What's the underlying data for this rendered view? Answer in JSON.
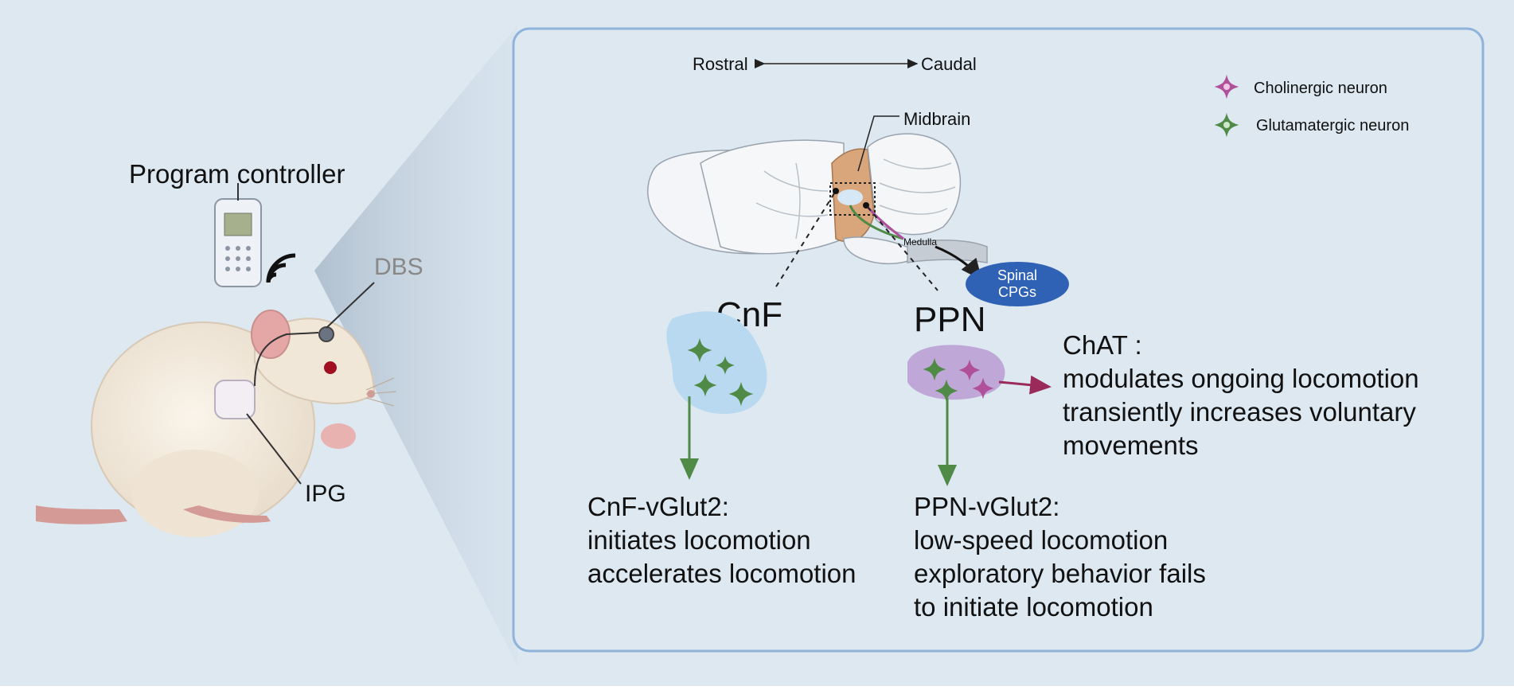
{
  "left": {
    "program_controller": "Program controller",
    "dbs": "DBS",
    "ipg": "IPG"
  },
  "right": {
    "rostral": "Rostral",
    "caudal": "Caudal",
    "midbrain": "Midbrain",
    "medulla": "Medulla",
    "spinal_line1": "Spinal",
    "spinal_line2": "CPGs",
    "cnf": "CnF",
    "ppn": "PPN",
    "legend": [
      {
        "label": "Cholinergic neuron",
        "color": "#b0509a",
        "icon": "cholinergic-neuron-icon"
      },
      {
        "label": "Glutamatergic neuron",
        "color": "#4f8a46",
        "icon": "glutamatergic-neuron-icon"
      }
    ],
    "chat": {
      "title": "ChAT :",
      "lines": [
        "modulates ongoing locomotion",
        "transiently increases voluntary",
        "movements"
      ]
    },
    "cnf_vglut2": {
      "title": "CnF-vGlut2:",
      "lines": [
        "initiates locomotion",
        "accelerates locomotion"
      ]
    },
    "ppn_vglut2": {
      "title": "PPN-vGlut2:",
      "lines": [
        "low-speed locomotion",
        "exploratory behavior fails",
        "to initiate locomotion"
      ]
    }
  },
  "colors": {
    "background": "#dde8f1",
    "panel_border": "#8fb3da",
    "glutamatergic": "#4f8a46",
    "cholinergic": "#b0509a",
    "chat_arrow": "#9a2a5a",
    "midbrain": "#d9a57a",
    "spinal": "#2f62b5",
    "cnf_blob": "#b8d9f0",
    "ppn_blob": "#bfa7d8"
  }
}
